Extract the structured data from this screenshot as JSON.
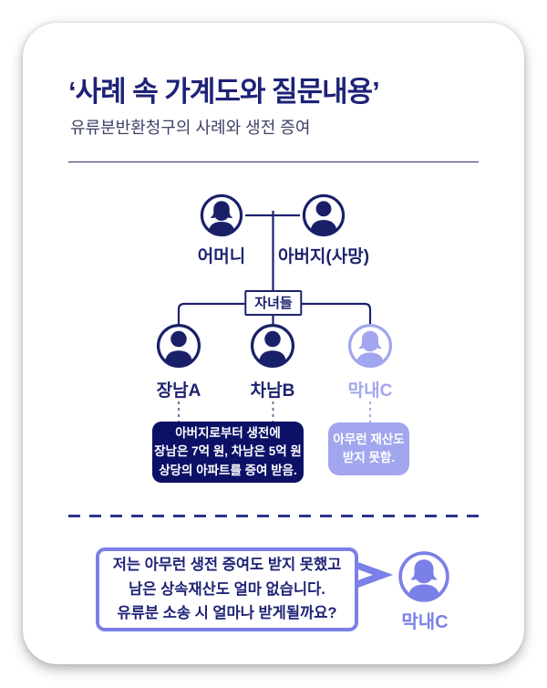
{
  "colors": {
    "navy": "#1d226f",
    "title_navy": "#1e2277",
    "dark_note_bg": "#0c1166",
    "light_purple": "#a2a6ee",
    "medium_purple": "#7b80e8",
    "note_text": "#ffffff"
  },
  "header": {
    "title": "‘사례 속 가계도와 질문내용’",
    "subtitle": "유류분반환청구의 사례와 생전 증여"
  },
  "tree": {
    "parents": [
      {
        "label": "어머니"
      },
      {
        "label": "아버지(사망)"
      }
    ],
    "children_group_label": "자녀들",
    "children": [
      {
        "label": "장남A"
      },
      {
        "label": "차남B"
      },
      {
        "label": "막내C"
      }
    ],
    "gift_note": {
      "lines": [
        "아버지로부터 생전에",
        "장남은 7억 원, 차남은 5억 원",
        "상당의 아파트를 증여 받음."
      ]
    },
    "no_asset_note": {
      "lines": [
        "아무런 재산도",
        "받지 못함."
      ]
    }
  },
  "question": {
    "bubble_lines": [
      "저는 아무런 생전 증여도 받지 못했고",
      "남은 상속재산도 얼마 없습니다.",
      "유류분 소송 시 얼마나 받게될까요?"
    ],
    "speaker_label": "막내C"
  }
}
